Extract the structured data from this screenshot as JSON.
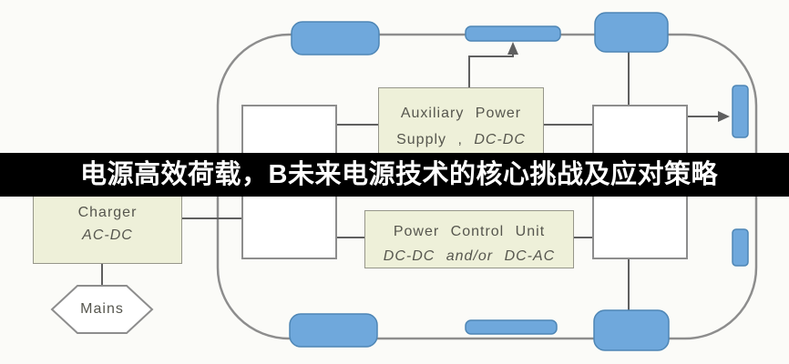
{
  "banner": {
    "title": "电源高效荷载，B未来电源技术的核心挑战及应对策略"
  },
  "boxes": {
    "charger": {
      "line1": "Charger",
      "line2": "AC-DC"
    },
    "aux": {
      "line1": "Auxiliary Power",
      "line2_prefix": "Supply ,",
      "line2_italic": "DC-DC"
    },
    "pcu": {
      "line1": "Power Control Unit",
      "line2": "DC-DC and/or DC-AC"
    }
  },
  "mains": {
    "label": "Mains"
  },
  "colors": {
    "banner_bg": "#000000",
    "banner_text": "#ffffff",
    "blue_fill": "#6fa8dc",
    "blue_stroke": "#4e86b5",
    "cream": "#eef0d9",
    "line": "#5f5f5f",
    "outline": "#8d8d8d",
    "label_text": "#56564e"
  }
}
